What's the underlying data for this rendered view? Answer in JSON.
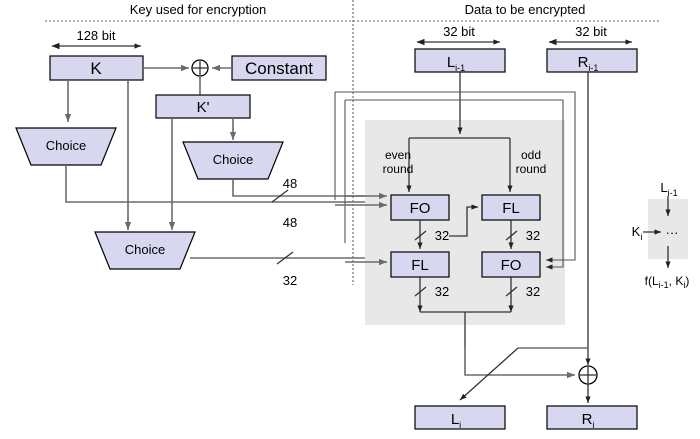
{
  "diagram": {
    "title_left": "Key used for encryption",
    "title_right": "Data to be encrypted",
    "dimensions": {
      "key_width": "128 bit",
      "left_half": "32 bit",
      "right_half": "32 bit"
    },
    "key_side": {
      "key_box": "K",
      "constant_box": "Constant",
      "kprime_box": "K'",
      "choice_1": "Choice",
      "choice_2": "Choice",
      "choice_3": "Choice",
      "xor_symbol": "⊕",
      "bus_labels": [
        "48",
        "48",
        "32"
      ]
    },
    "data_side": {
      "left_input": "L",
      "left_input_sub": "i-1",
      "right_input": "R",
      "right_input_sub": "i-1",
      "even_round_label_line1": "even",
      "even_round_label_line2": "round",
      "odd_round_label_line1": "odd",
      "odd_round_label_line2": "round",
      "fo_top": "FO",
      "fl_top": "FL",
      "fl_bottom": "FL",
      "fo_bottom": "FO",
      "width_labels": [
        "32",
        "32",
        "32",
        "32"
      ],
      "xor_symbol": "⊕",
      "left_output": "L",
      "left_output_sub": "i",
      "right_output": "R",
      "right_output_sub": "i"
    },
    "legend": {
      "input_label": "L",
      "input_label_sub": "i-1",
      "key_label": "K",
      "key_label_sub": "i",
      "ellipsis": "···",
      "output_prefix": "f(L",
      "output_sub1": "i-1",
      "output_mid": ", K",
      "output_sub2": "i",
      "output_suffix": ")"
    },
    "colors": {
      "box_fill": "#d7d7f0",
      "box_stroke": "#000000",
      "shade_fill": "#e8e8e8",
      "wire": "#6b6b6b",
      "background": "#ffffff"
    }
  }
}
